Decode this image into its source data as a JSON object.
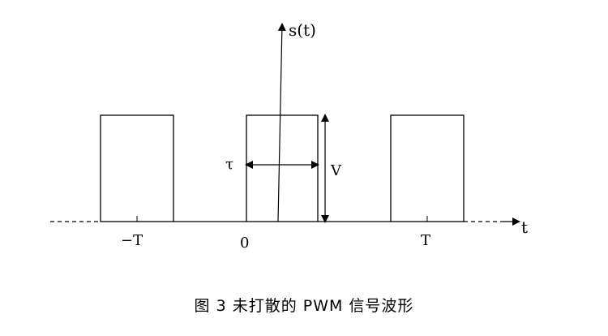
{
  "diagram": {
    "axis_y_label": "s(t)",
    "axis_x_label": "t",
    "tick_neg_T": "−T",
    "tick_zero": "0",
    "tick_T": "T",
    "pulse_width_label": "τ",
    "amplitude_label": "V",
    "pulse_count": 3
  },
  "caption": "图 3 未打散的 PWM 信号波形"
}
